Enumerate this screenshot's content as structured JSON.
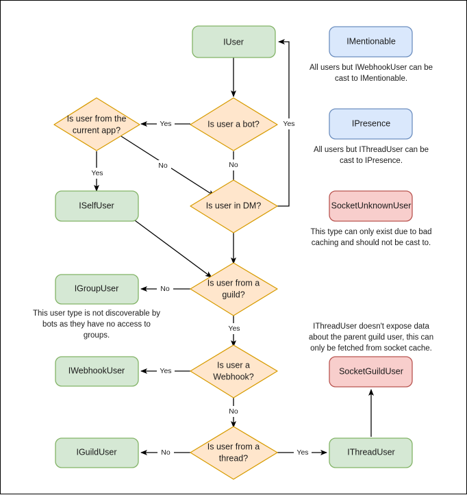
{
  "diagram": {
    "title": "Discord.Net user type resolution flowchart",
    "background": "#ffffff",
    "border_color": "#000000",
    "palette": {
      "green_fill": "#d5e8d4",
      "green_stroke": "#82b366",
      "orange_fill": "#ffe6cc",
      "orange_stroke": "#d79b00",
      "blue_fill": "#dae8fc",
      "blue_stroke": "#6c8ebf",
      "red_fill": "#f8cecc",
      "red_stroke": "#b85450",
      "edge_color": "#000000",
      "text_color": "#1a1a1a"
    }
  },
  "nodes": {
    "iuser": {
      "label": "IUser",
      "shape": "rounded-rect",
      "style": "green"
    },
    "is_bot": {
      "label": "Is user a bot?",
      "shape": "diamond",
      "style": "orange"
    },
    "is_current_app": {
      "label_line1": "Is user from the",
      "label_line2": "current app?",
      "shape": "diamond",
      "style": "orange"
    },
    "iselfuser": {
      "label": "ISelfUser",
      "shape": "rounded-rect",
      "style": "green"
    },
    "is_dm": {
      "label": "Is user in DM?",
      "shape": "diamond",
      "style": "orange"
    },
    "is_guild": {
      "label_line1": "Is user from a",
      "label_line2": "guild?",
      "shape": "diamond",
      "style": "orange"
    },
    "igroupuser": {
      "label": "IGroupUser",
      "shape": "rounded-rect",
      "style": "green"
    },
    "is_webhook": {
      "label_line1": "Is user a",
      "label_line2": "Webhook?",
      "shape": "diamond",
      "style": "orange"
    },
    "iwebhookuser": {
      "label": "IWebhookUser",
      "shape": "rounded-rect",
      "style": "green"
    },
    "is_thread": {
      "label_line1": "Is user from a",
      "label_line2": "thread?",
      "shape": "diamond",
      "style": "orange"
    },
    "iguilduser": {
      "label": "IGuildUser",
      "shape": "rounded-rect",
      "style": "green"
    },
    "ithreaduser": {
      "label": "IThreadUser",
      "shape": "rounded-rect",
      "style": "green"
    },
    "imentionable": {
      "label": "IMentionable",
      "shape": "rounded-rect",
      "style": "blue"
    },
    "ipresence": {
      "label": "IPresence",
      "shape": "rounded-rect",
      "style": "blue"
    },
    "socketunknownuser": {
      "label": "SocketUnknownUser",
      "shape": "rounded-rect",
      "style": "red"
    },
    "socketguilduser": {
      "label": "SocketGuildUser",
      "shape": "rounded-rect",
      "style": "red"
    }
  },
  "edge_labels": {
    "bot_yes": "Yes",
    "bot_no": "No",
    "dm_yes": "Yes",
    "current_app_yes": "Yes",
    "current_app_no": "No",
    "guild_no": "No",
    "guild_yes": "Yes",
    "webhook_yes": "Yes",
    "webhook_no": "No",
    "thread_no": "No",
    "thread_yes": "Yes"
  },
  "notes": {
    "imentionable": [
      "All users but IWebhookUser can be",
      "cast to IMentionable."
    ],
    "ipresence": [
      "All users but IThreadUser can be",
      "cast to IPresence."
    ],
    "socketunknownuser": [
      "This type can only exist due to bad",
      "caching and should not be cast to."
    ],
    "igroupuser": [
      "This user type is not discoverable by",
      "bots as they have no access to",
      "groups."
    ],
    "socketguilduser": [
      "IThreadUser doesn't expose data",
      "about the parent guild user, this can",
      "only be fetched from socket cache."
    ]
  }
}
